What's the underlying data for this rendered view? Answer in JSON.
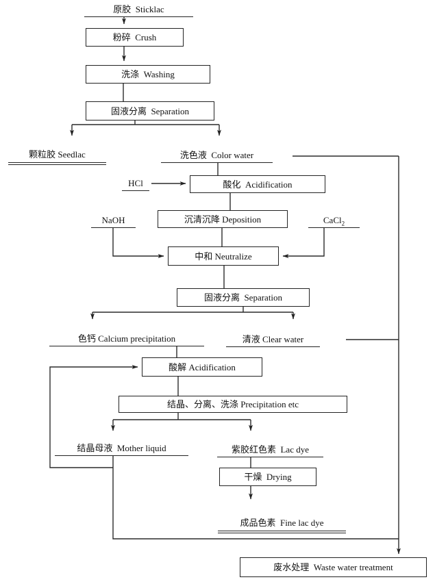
{
  "colors": {
    "background": "#ffffff",
    "line": "#2a2a2a",
    "box_border": "#222222",
    "text": "#111111"
  },
  "boxes": {
    "crush": {
      "label": "粉碎  Crush"
    },
    "washing": {
      "label": "洗涤  Washing"
    },
    "separation1": {
      "label": "固液分离  Separation"
    },
    "acidification1": {
      "label": "酸化  Acidification"
    },
    "deposition": {
      "label": "沉清沉降 Deposition"
    },
    "neutralize": {
      "label": "中和 Neutralize"
    },
    "separation2": {
      "label": "固液分离  Separation"
    },
    "acidification2": {
      "label": "酸解 Acidification"
    },
    "precipitation": {
      "label": "结晶、分离、洗涤 Precipitation etc"
    },
    "drying": {
      "label": "干燥  Drying"
    },
    "waste": {
      "label": "废水处理  Waste water treatment"
    }
  },
  "labels": {
    "sticklac": {
      "label": "原胶  Sticklac"
    },
    "seedlac": {
      "label": "颗粒胶 Seedlac"
    },
    "colorwater": {
      "label": "洗色液  Color water"
    },
    "hcl": {
      "label": "HCl"
    },
    "naoh": {
      "label": "NaOH"
    },
    "cacl2": {
      "main": "CaCl",
      "sub": "2"
    },
    "calcium": {
      "label": "色钙 Calcium precipitation"
    },
    "clearwater": {
      "label": "清液 Clear water"
    },
    "motherliquid": {
      "label": "结晶母液  Mother liquid"
    },
    "lacdye": {
      "label": "紫胶红色素  Lac dye"
    },
    "finelacdye": {
      "label": "成品色素  Fine lac dye"
    }
  }
}
